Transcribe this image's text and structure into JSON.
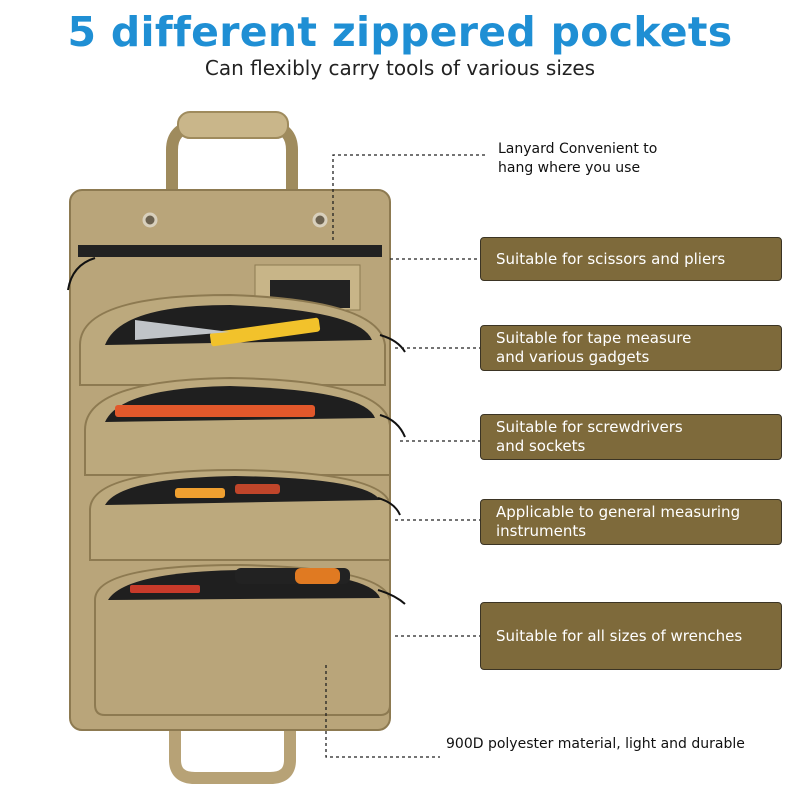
{
  "header": {
    "title": "5 different zippered pockets",
    "subtitle": "Can flexibly carry tools of various sizes"
  },
  "callouts": [
    {
      "text": "Lanyard  Convenient to\nhang where you use"
    },
    {
      "text": "Suitable for scissors and pliers"
    },
    {
      "text": "Suitable for tape measure\nand various gadgets"
    },
    {
      "text": "Suitable for screwdrivers\nand sockets"
    },
    {
      "text": "Applicable to general measuring\ninstruments"
    },
    {
      "text": "Suitable for all sizes of wrenches"
    },
    {
      "text": "900D polyester material, light and durable"
    }
  ],
  "colors": {
    "title": "#1f8fd4",
    "callout_bg": "#7e6a3b",
    "bag_khaki": "#b9a57a",
    "zipper": "#1a1a1a"
  }
}
